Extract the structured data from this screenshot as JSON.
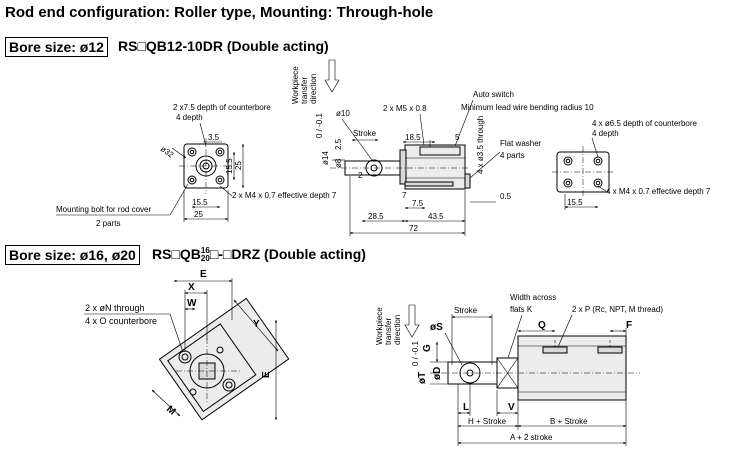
{
  "title": "Rod end configuration: Roller type, Mounting: Through-hole",
  "section1": {
    "bore_label": "Bore size: ø12",
    "model": "RS□QB12-10DR (Double acting)",
    "workpiece": [
      "Workpiece",
      "transfer",
      "direction"
    ],
    "left_view": {
      "note_counterbore": [
        "2 x7.5 depth of counterbore",
        "4 depth"
      ],
      "dim_35": "3.5",
      "dim_phi32": "ø32",
      "dim_155_v": "15.5",
      "dim_25_v": "25",
      "note_m4": "2 x M4 x 0.7 effective depth 7",
      "dim_155_h": "15.5",
      "dim_25_h": "25",
      "note_bolt": [
        "Mounting bolt for rod cover",
        "2 parts"
      ]
    },
    "side_view": {
      "dim_phi10": "ø10",
      "stroke": "Stroke",
      "dim_phi14": "ø14",
      "dim_phi14_tol": "0 / -0.1",
      "dim_phi8": "ø8",
      "dim_25": "2.5",
      "note_m5": "2 x M5 x 0.8",
      "dim_185": "18.5",
      "dim_5": "5",
      "auto_switch": "Auto switch",
      "min_lead": "Minimum lead wire bending radius 10",
      "through": "4 x ø3.5 through",
      "flat_washer": [
        "Flat washer",
        "4 parts"
      ],
      "dim_05": "0.5",
      "dim_2": "2",
      "dim_7": "7",
      "dim_75": "7.5",
      "dim_285": "28.5",
      "dim_435": "43.5",
      "dim_72": "72"
    },
    "right_view": {
      "note_counterbore": [
        "4 x ø6.5 depth of counterbore",
        "4 depth"
      ],
      "note_m4": "4 x M4 x 0.7 effective depth 7",
      "dim_155": "15.5"
    }
  },
  "section2": {
    "bore_label": "Bore size: ø16, ø20",
    "model_prefix": "RS□QB",
    "model_sup": "16",
    "model_sub": "20",
    "model_suffix": "□-□DRZ (Double acting)",
    "workpiece": [
      "Workpiece",
      "transfer",
      "direction"
    ],
    "left_view": {
      "E": "E",
      "X": "X",
      "W": "W",
      "Y": "Y",
      "M": "M",
      "E_side": "E",
      "note_through": "2 x øN through",
      "note_counterbore": "4 x O counterbore"
    },
    "side_view": {
      "phiS": "øS",
      "stroke": "Stroke",
      "width_across": [
        "Width across",
        "flats K"
      ],
      "note_p": "2 x P (Rc, NPT, M thread)",
      "Q": "Q",
      "F": "F",
      "G": "G",
      "phiD": "øD",
      "phiT": "øT",
      "phiT_tol": "0 / -0.1",
      "L": "L",
      "V": "V",
      "H_stroke": "H + Stroke",
      "B_stroke": "B + Stroke",
      "A_stroke": "A + 2 stroke"
    }
  }
}
